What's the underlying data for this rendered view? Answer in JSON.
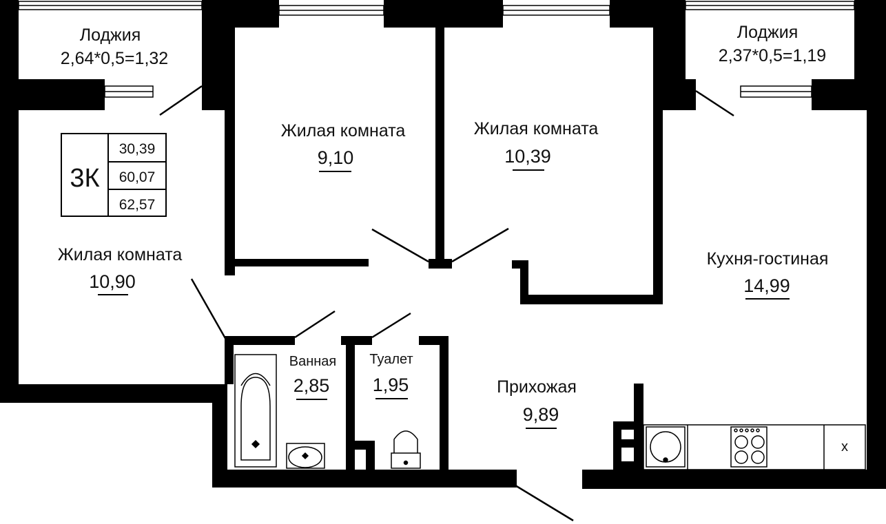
{
  "summary": {
    "type": "3К",
    "living_area": "30,39",
    "total_area": "60,07",
    "total_with_loggias": "62,57"
  },
  "rooms": {
    "loggia_left": {
      "name": "Лоджия",
      "area": "2,64*0,5=1,32"
    },
    "loggia_right": {
      "name": "Лоджия",
      "area": "2,37*0,5=1,19"
    },
    "bedroom_1": {
      "name": "Жилая комната",
      "area": "9,10"
    },
    "bedroom_2": {
      "name": "Жилая комната",
      "area": "10,39"
    },
    "bedroom_3": {
      "name": "Жилая комната",
      "area": "10,90"
    },
    "kitchen_living": {
      "name": "Кухня-гостиная",
      "area": "14,99"
    },
    "bathroom": {
      "name": "Ванная",
      "area": "2,85"
    },
    "toilet": {
      "name": "Туалет",
      "area": "1,95"
    },
    "hallway": {
      "name": "Прихожая",
      "area": "9,89"
    }
  },
  "fixtures": {
    "fridge_mark": "x"
  },
  "colors": {
    "wall": "#000000",
    "background": "#ffffff"
  }
}
